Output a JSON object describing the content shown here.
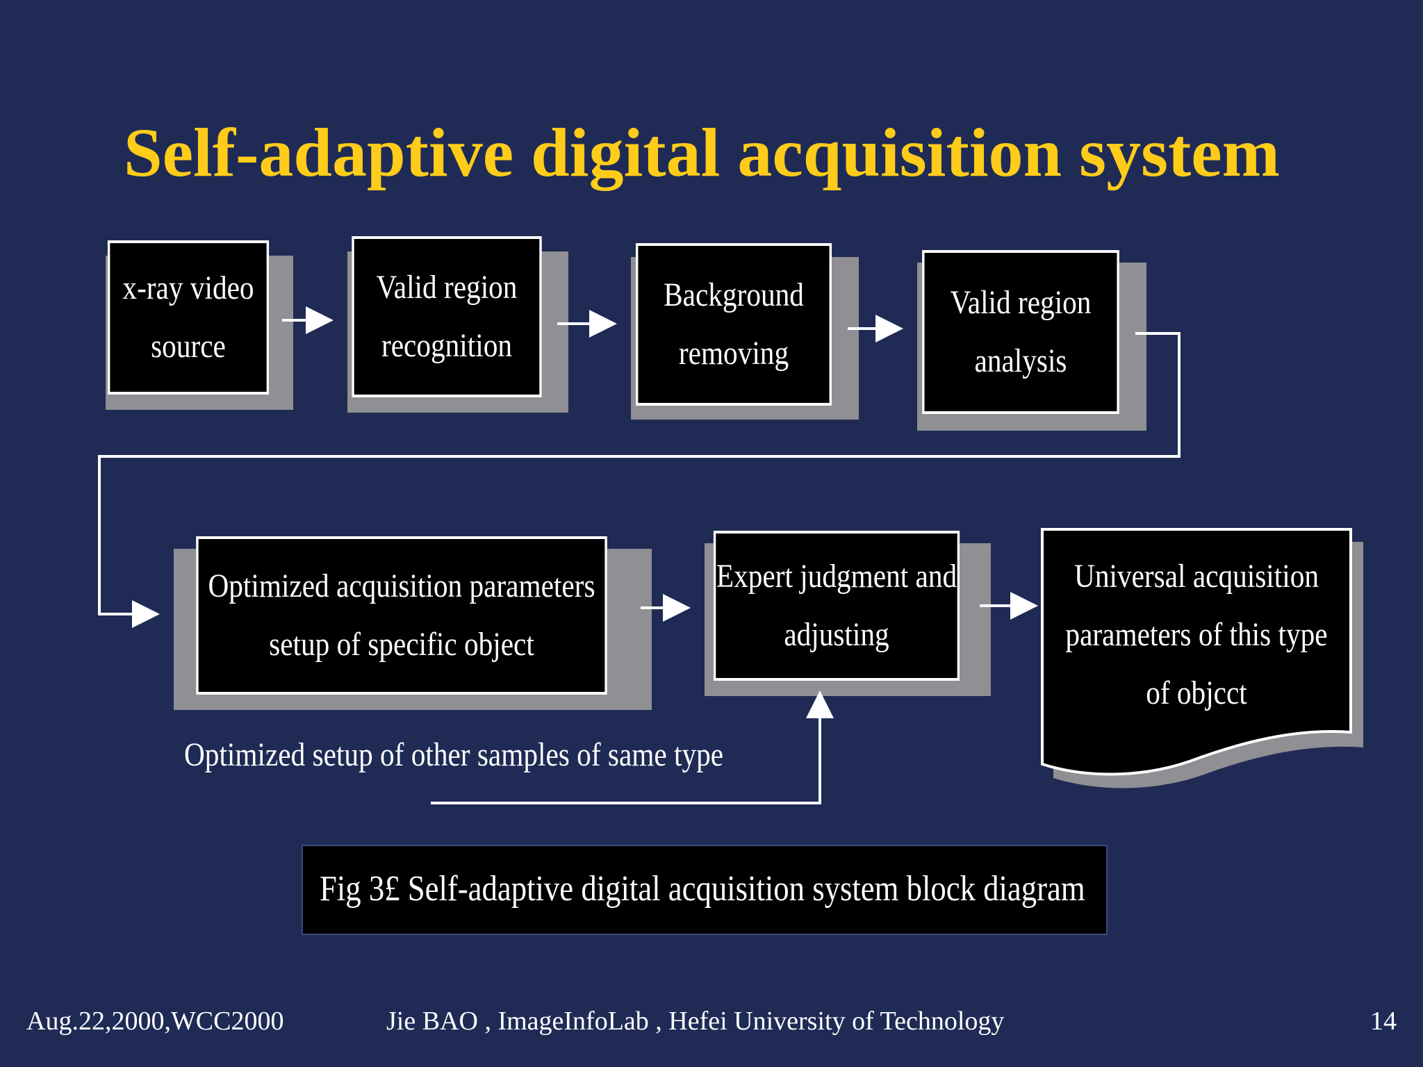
{
  "slide": {
    "title": "Self-adaptive digital acquisition system",
    "diagram": {
      "row1": [
        {
          "line1": "x-ray video",
          "line2": "source"
        },
        {
          "line1": "Valid region",
          "line2": "recognition"
        },
        {
          "line1": "Background",
          "line2": "removing"
        },
        {
          "line1": "Valid region",
          "line2": "analysis"
        }
      ],
      "row2": [
        {
          "line1": "Optimized acquisition parameters",
          "line2": "setup of specific object"
        },
        {
          "line1": "Expert judgment and",
          "line2": "adjusting"
        },
        {
          "line1": "Universal acquisition",
          "line2": "parameters of this type",
          "line3": "of objcct"
        }
      ],
      "feedback_label": "Optimized setup of other samples of same type"
    },
    "caption": "Fig 3£  Self-adaptive digital acquisition system block diagram",
    "footer": {
      "left": "Aug.22,2000,WCC2000",
      "center": "Jie BAO , ImageInfoLab , Hefei University of Technology",
      "page": "14"
    }
  }
}
